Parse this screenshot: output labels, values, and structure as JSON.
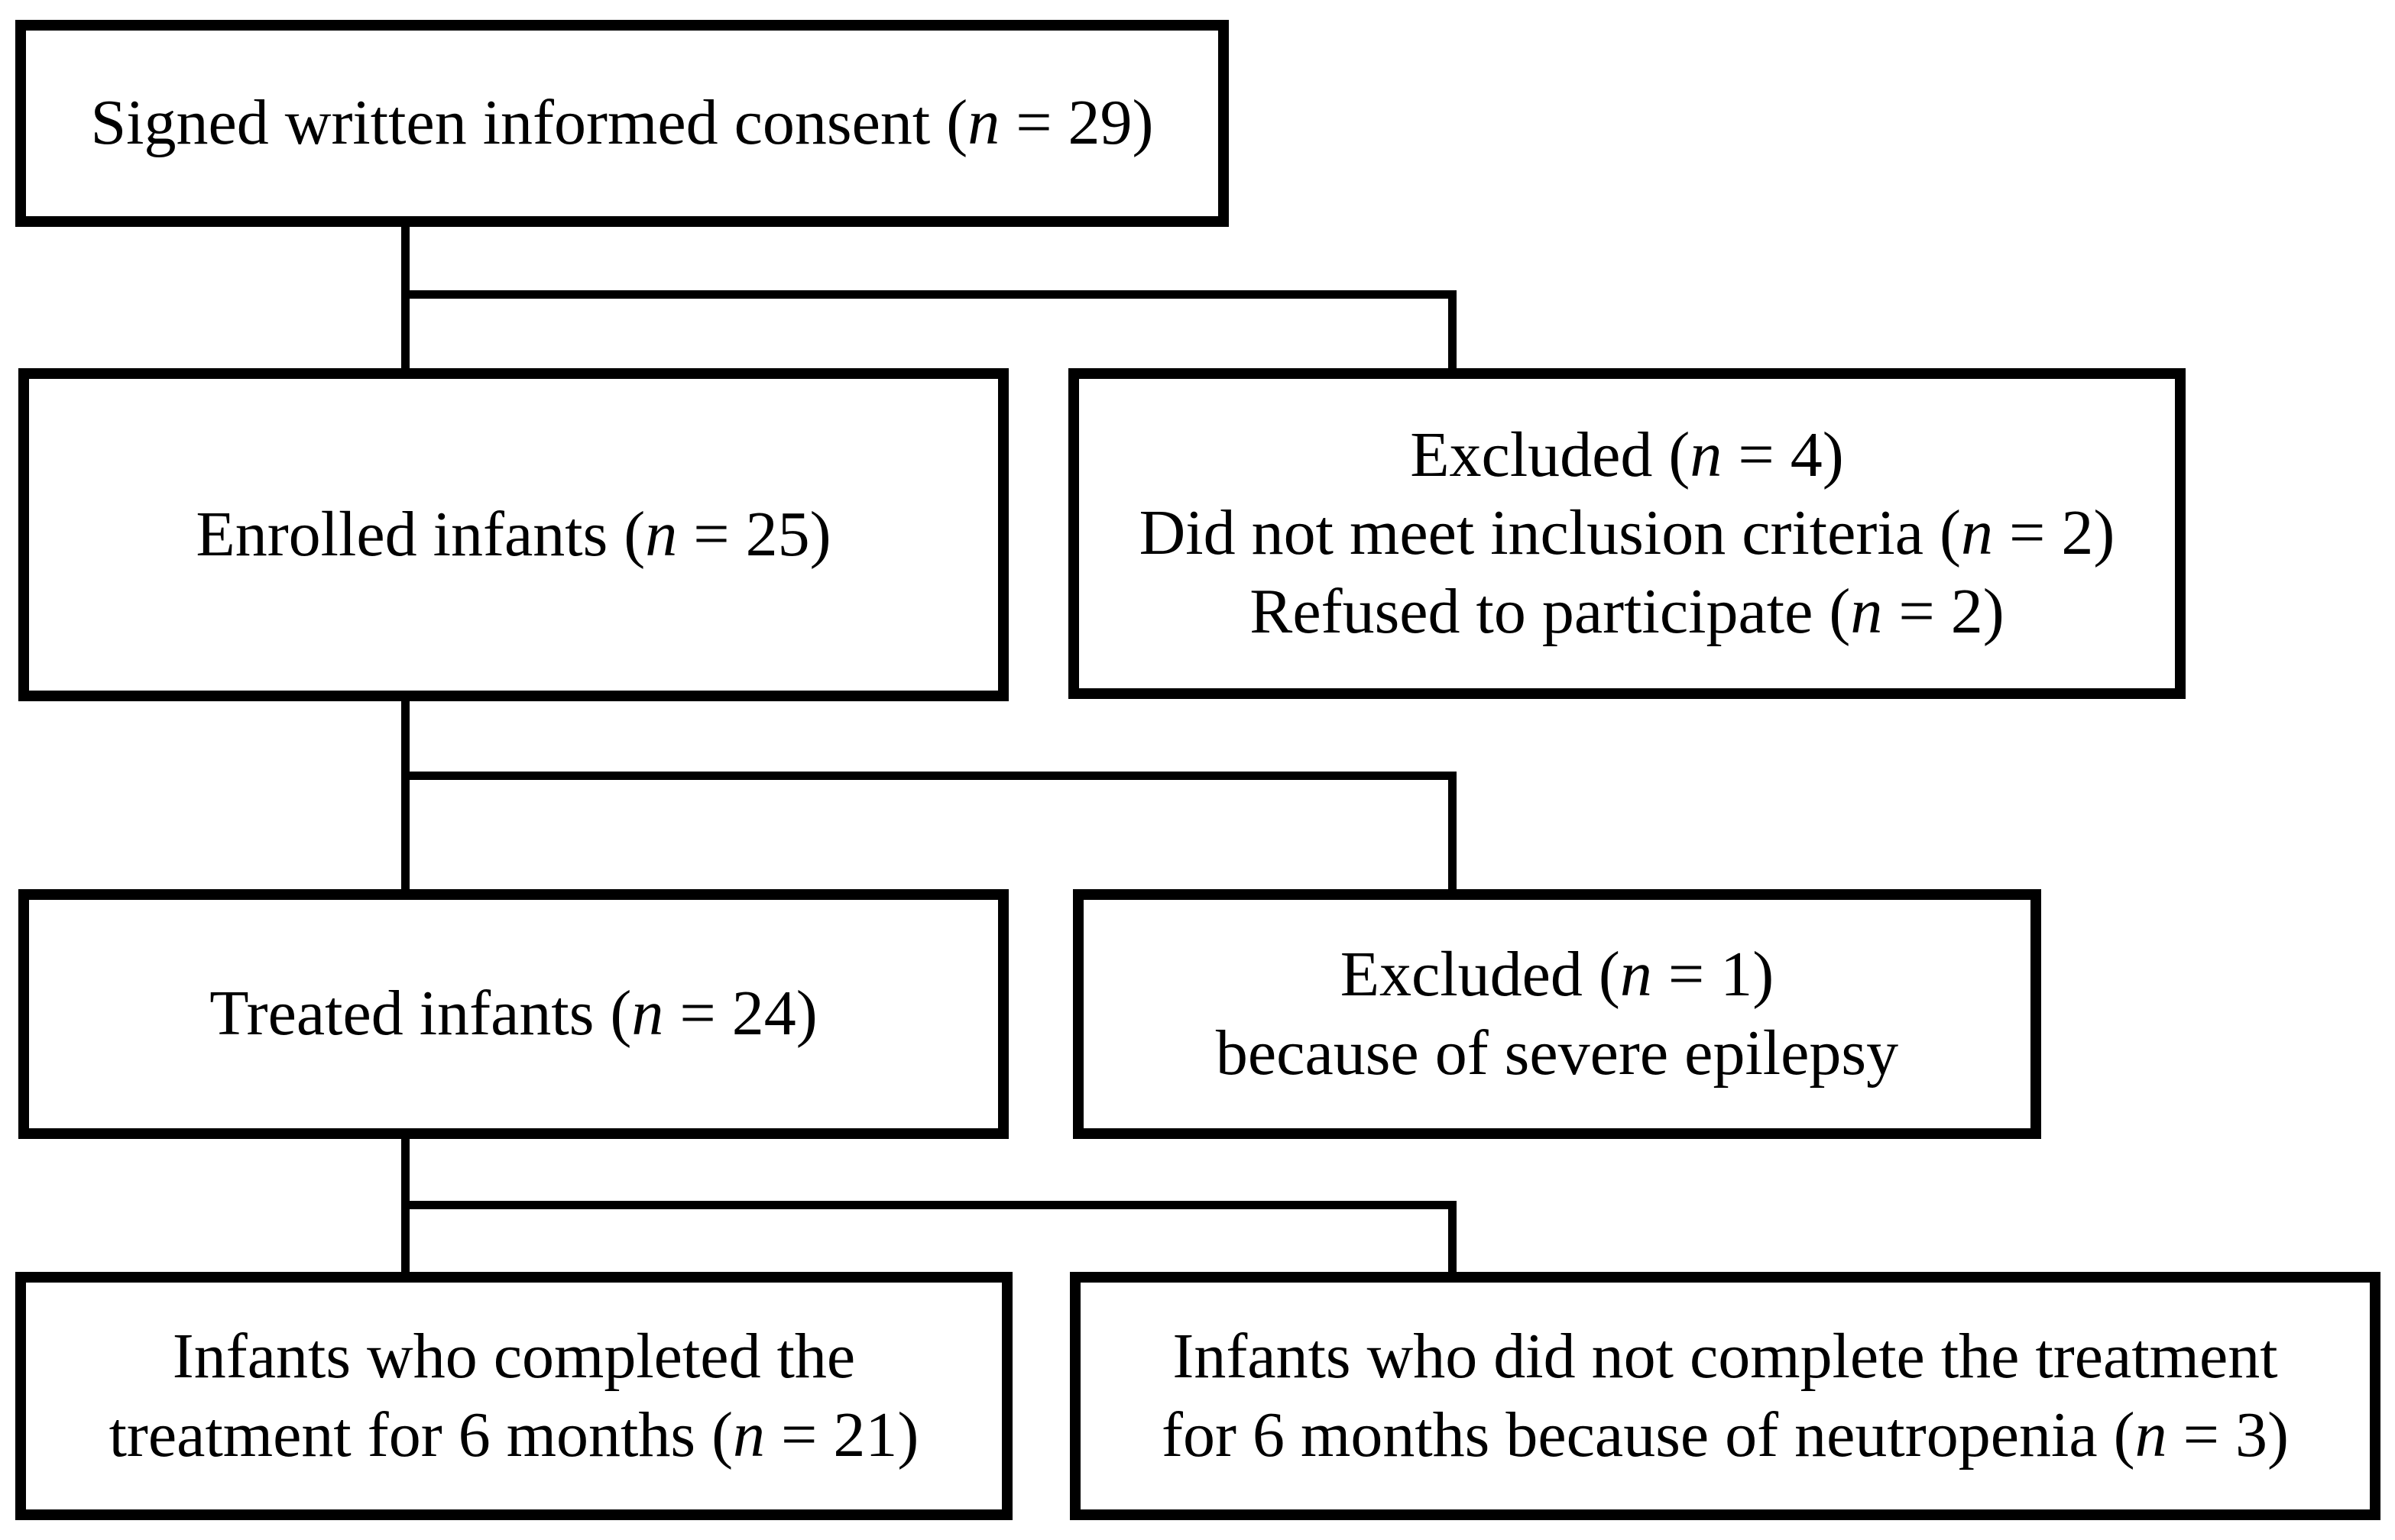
{
  "figure": {
    "type": "study-flow-diagram",
    "background_color": "#ffffff",
    "line_color": "#000000"
  },
  "boxes": [
    {
      "id": "consent",
      "lines": [
        "Signed written informed consent (n = 29)"
      ]
    },
    {
      "id": "enrolled",
      "lines": [
        "Enrolled infants (n = 25)"
      ]
    },
    {
      "id": "excluded-after-consent",
      "lines": [
        "Excluded (n = 4)",
        "Did not meet inclusion criteria (n = 2)",
        "Refused to participate (n = 2)"
      ]
    },
    {
      "id": "treated",
      "lines": [
        "Treated infants (n = 24)"
      ]
    },
    {
      "id": "excluded-after-enrollment",
      "lines": [
        "Excluded (n = 1)",
        "because of severe epilepsy"
      ]
    },
    {
      "id": "completed-treatment",
      "lines": [
        "Infants who completed the",
        "treatment for 6 months (n = 21)"
      ]
    },
    {
      "id": "not-completed-treatment",
      "lines": [
        "Infants who did not complete the treatment",
        "for 6 months because of neutropenia (n = 3)"
      ]
    }
  ],
  "edges": [
    {
      "from": "consent",
      "to": "enrolled"
    },
    {
      "from": "consent",
      "to": "excluded-after-consent"
    },
    {
      "from": "enrolled",
      "to": "treated"
    },
    {
      "from": "enrolled",
      "to": "excluded-after-enrollment"
    },
    {
      "from": "treated",
      "to": "completed-treatment"
    },
    {
      "from": "treated",
      "to": "not-completed-treatment"
    }
  ]
}
